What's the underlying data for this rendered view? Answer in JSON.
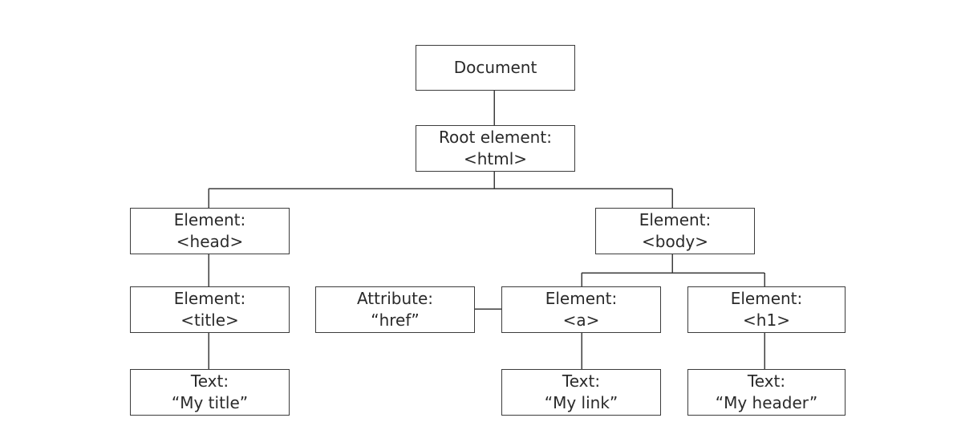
{
  "diagram": {
    "nodes": {
      "document": {
        "lines": [
          "Document"
        ]
      },
      "root": {
        "lines": [
          "Root element:",
          "<html>"
        ]
      },
      "head": {
        "lines": [
          "Element:",
          "<head>"
        ]
      },
      "body": {
        "lines": [
          "Element:",
          "<body>"
        ]
      },
      "title": {
        "lines": [
          "Element:",
          "<title>"
        ]
      },
      "attr": {
        "lines": [
          "Attribute:",
          "“href”"
        ]
      },
      "a": {
        "lines": [
          "Element:",
          "<a>"
        ]
      },
      "h1": {
        "lines": [
          "Element:",
          "<h1>"
        ]
      },
      "text1": {
        "lines": [
          "Text:",
          "“My title”"
        ]
      },
      "text2": {
        "lines": [
          "Text:",
          "“My link”"
        ]
      },
      "text3": {
        "lines": [
          "Text:",
          "“My header”"
        ]
      }
    },
    "edges": [
      [
        "document",
        "root"
      ],
      [
        "root",
        "head"
      ],
      [
        "root",
        "body"
      ],
      [
        "head",
        "title"
      ],
      [
        "title",
        "text1"
      ],
      [
        "body",
        "a"
      ],
      [
        "body",
        "h1"
      ],
      [
        "attr",
        "a"
      ],
      [
        "a",
        "text2"
      ],
      [
        "h1",
        "text3"
      ]
    ],
    "line_color": "#3c3c3c"
  }
}
